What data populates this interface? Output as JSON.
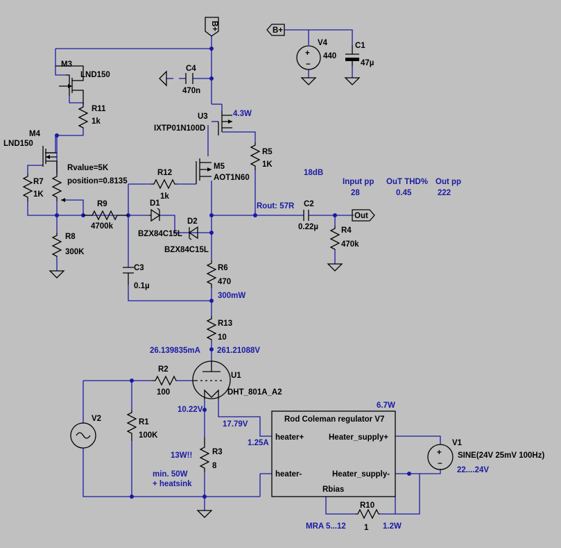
{
  "supply": {
    "bplus_top": "B+",
    "bplus_left": "B+",
    "out_label": "Out"
  },
  "components": {
    "m3": {
      "ref": "M3",
      "val": "LND150"
    },
    "m4": {
      "ref": "M4",
      "val": "LND150"
    },
    "r11": {
      "ref": "R11",
      "val": "1k"
    },
    "r7": {
      "ref": "R7",
      "val": "1K"
    },
    "pot": {
      "rvalue": "Rvalue=5K",
      "position": "position=0.8135"
    },
    "r8": {
      "ref": "R8",
      "val": "300K"
    },
    "r9": {
      "ref": "R9",
      "val": "4700k"
    },
    "r12": {
      "ref": "R12",
      "val": "1k"
    },
    "d1": {
      "ref": "D1",
      "val": "BZX84C15L"
    },
    "d2": {
      "ref": "D2",
      "val": "BZX84C15L"
    },
    "c3": {
      "ref": "C3",
      "val": "0.1µ"
    },
    "c4": {
      "ref": "C4",
      "val": "470n"
    },
    "u3": {
      "ref": "U3",
      "val": "IXTP01N100D"
    },
    "m5": {
      "ref": "M5",
      "val": "AOT1N60"
    },
    "r5": {
      "ref": "R5",
      "val": "1K"
    },
    "r6": {
      "ref": "R6",
      "val": "470"
    },
    "r13": {
      "ref": "R13",
      "val": "10"
    },
    "c2": {
      "ref": "C2",
      "val": "0.22µ"
    },
    "r4": {
      "ref": "R4",
      "val": "470k"
    },
    "v4": {
      "ref": "V4",
      "val": "440"
    },
    "c1": {
      "ref": "C1",
      "val": "47µ"
    },
    "u1": {
      "ref": "U1",
      "val": "DHT_801A_A2"
    },
    "r2": {
      "ref": "R2",
      "val": "100"
    },
    "r1": {
      "ref": "R1",
      "val": "100K"
    },
    "v2": {
      "ref": "V2"
    },
    "r3": {
      "ref": "R3",
      "val": "8"
    },
    "v1": {
      "ref": "V1",
      "val": "SINE(24V 25mV 100Hz)"
    },
    "r10": {
      "ref": "R10",
      "val": "1"
    },
    "regulator": {
      "title": "Rod Coleman regulator V7",
      "p_heater_plus": "heater+",
      "p_heater_minus": "heater-",
      "p_supply_plus": "Heater_supply+",
      "p_supply_minus": "Heater_supply-",
      "p_rbias": "Rbias"
    }
  },
  "annotations": {
    "u3_power": "4.3W",
    "gain": "18dB",
    "input_pp_label": "Input pp",
    "input_pp_value": "28",
    "thd_label": "OuT THD%",
    "thd_value": "0.45",
    "output_pp_label": "Out pp",
    "output_pp_value": "222",
    "rout": "Rout: 57R",
    "r6_power": "300mW",
    "current": "26.139835mA",
    "voltage": "261.21088V",
    "grid_voltage": "10.22V",
    "heater_voltage": "17.79V",
    "heater_current": "1.25A",
    "reg_power": "6.7W",
    "r3_power": "13W!!",
    "r3_note_1": "min. 50W",
    "r3_note_2": "+ heatsink",
    "v1_range": "22....24V",
    "r10_range": "MRA 5...12",
    "r10_power": "1.2W"
  }
}
